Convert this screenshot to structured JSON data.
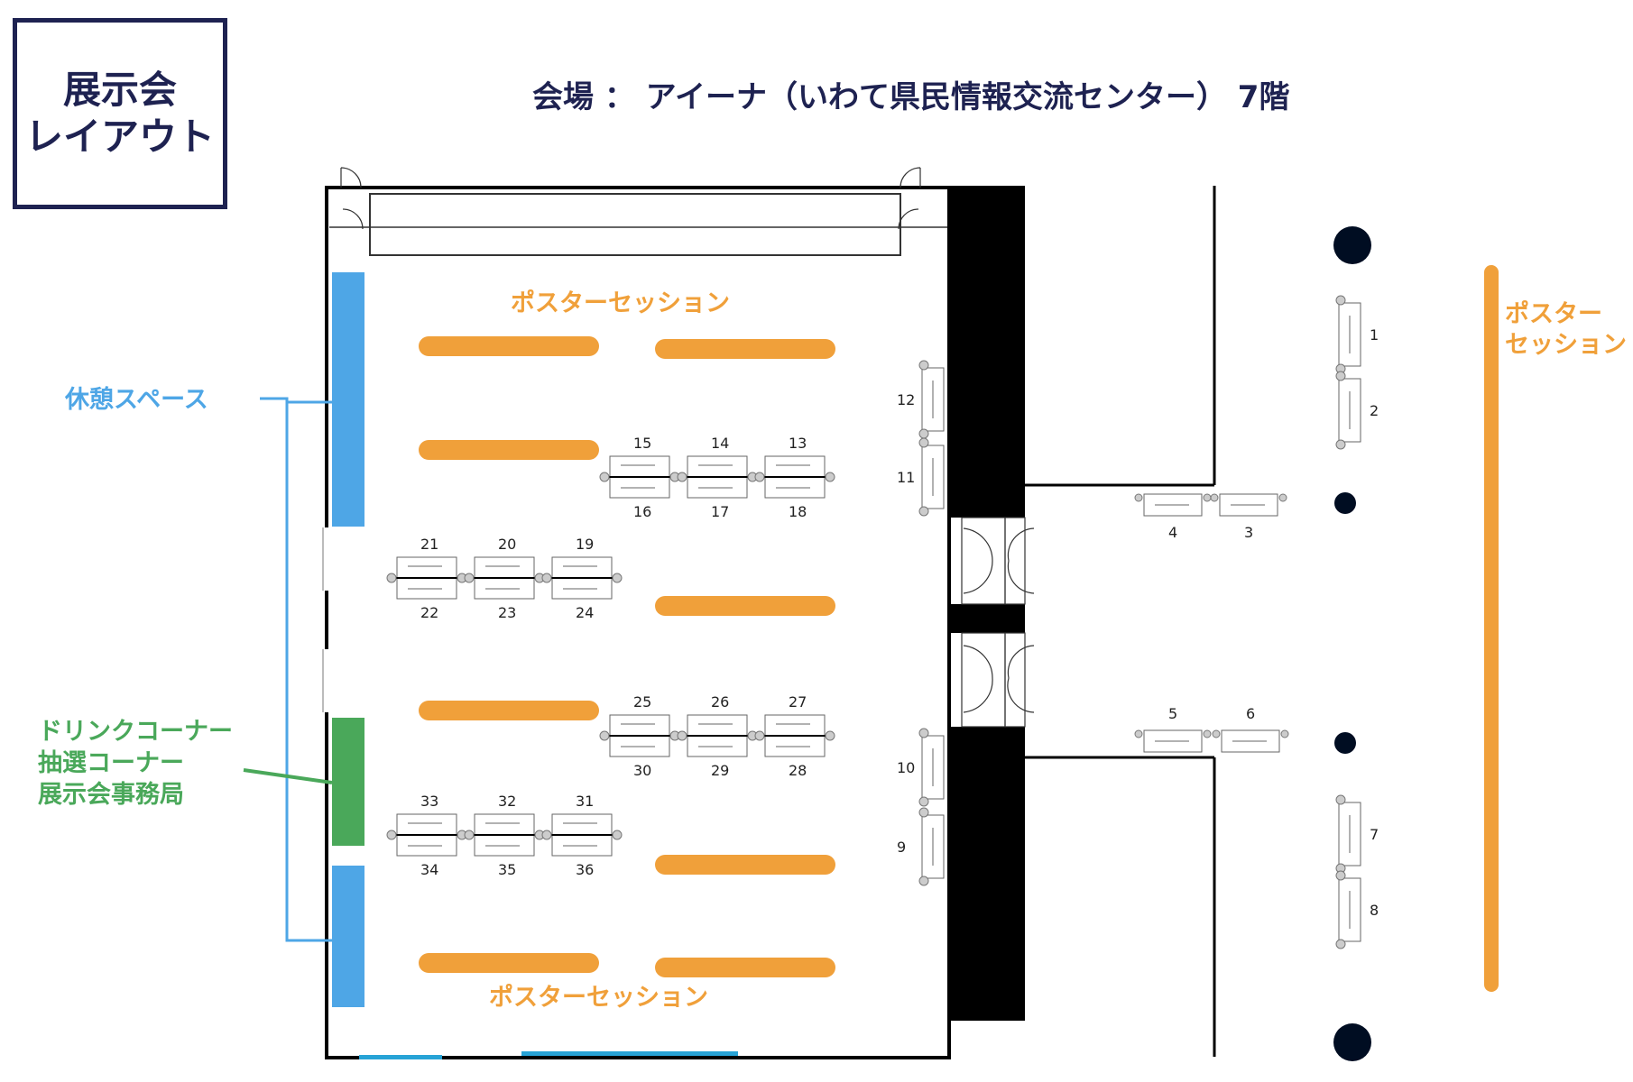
{
  "heading": {
    "line1": "展示会",
    "line2": "レイアウト"
  },
  "venue_text": "会場 ： アイーナ（いわて県民情報交流センター） 7階",
  "labels": {
    "poster_top": "ポスターセッション",
    "poster_bottom": "ポスターセッション",
    "poster_right_1": "ポスター",
    "poster_right_2": "セッション",
    "rest": "休憩スペース",
    "drink_1": "ドリンクコーナー",
    "drink_2": "抽選コーナー",
    "drink_3": "展示会事務局"
  },
  "booths": [
    {
      "n": "1"
    },
    {
      "n": "2"
    },
    {
      "n": "3"
    },
    {
      "n": "4"
    },
    {
      "n": "5"
    },
    {
      "n": "6"
    },
    {
      "n": "7"
    },
    {
      "n": "8"
    },
    {
      "n": "9"
    },
    {
      "n": "10"
    },
    {
      "n": "11"
    },
    {
      "n": "12"
    },
    {
      "n": "13"
    },
    {
      "n": "14"
    },
    {
      "n": "15"
    },
    {
      "n": "16"
    },
    {
      "n": "17"
    },
    {
      "n": "18"
    },
    {
      "n": "19"
    },
    {
      "n": "20"
    },
    {
      "n": "21"
    },
    {
      "n": "22"
    },
    {
      "n": "23"
    },
    {
      "n": "24"
    },
    {
      "n": "25"
    },
    {
      "n": "26"
    },
    {
      "n": "27"
    },
    {
      "n": "28"
    },
    {
      "n": "29"
    },
    {
      "n": "30"
    },
    {
      "n": "31"
    },
    {
      "n": "32"
    },
    {
      "n": "33"
    },
    {
      "n": "34"
    },
    {
      "n": "35"
    },
    {
      "n": "36"
    }
  ],
  "colors": {
    "poster": "#f0a03a",
    "rest": "#4ea6e6",
    "drink": "#4aa85a",
    "title": "#1e2251"
  }
}
